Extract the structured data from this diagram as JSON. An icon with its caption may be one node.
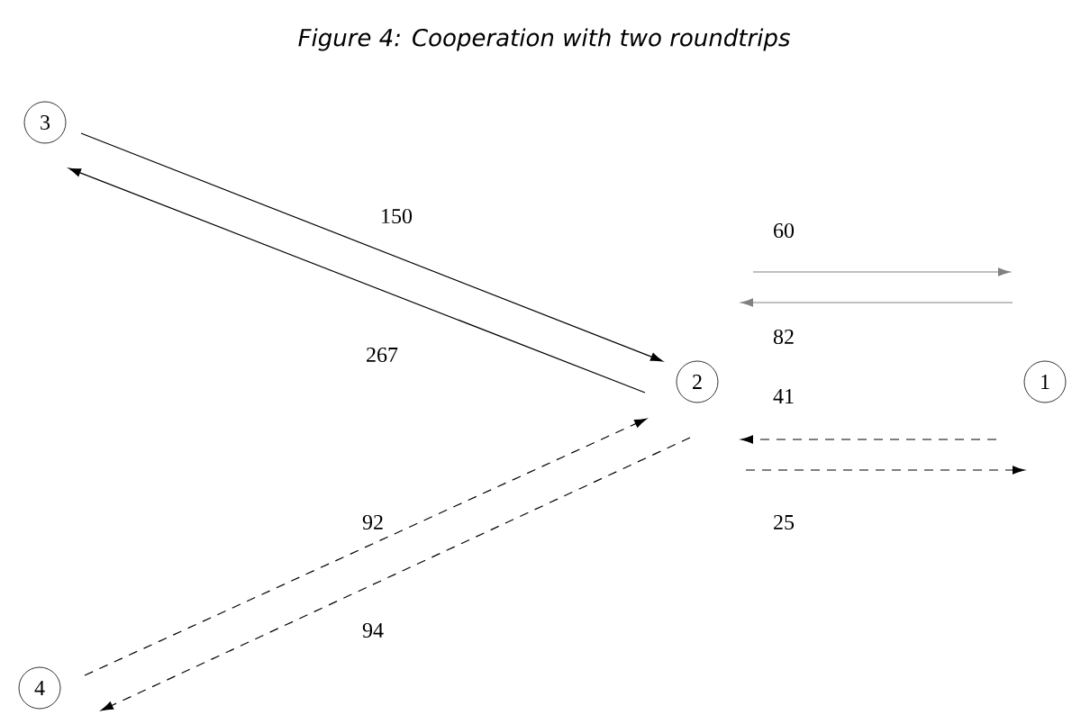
{
  "diagram": {
    "title": "Figure 4: Cooperation with two roundtrips",
    "nodes": [
      {
        "text": [
          "3"
        ]
      },
      {
        "text": [
          "2"
        ]
      },
      {
        "text": [
          "1"
        ]
      },
      {
        "text": [
          "4"
        ]
      }
    ],
    "edges": [
      {
        "from": 0,
        "to": 1,
        "arrow": "to",
        "label": "150"
      },
      {
        "from": 1,
        "to": 0,
        "arrow": "to",
        "label": "267"
      },
      {
        "from": 1,
        "to": 2,
        "arrow": "to",
        "label": "60",
        "color": "#808080"
      },
      {
        "from": 2,
        "to": 1,
        "arrow": "to",
        "label": "82",
        "color": "#808080"
      },
      {
        "from": 2,
        "to": 1,
        "arrow": "to",
        "label": "41",
        "style": "dashed"
      },
      {
        "from": 1,
        "to": 2,
        "arrow": "to",
        "label": "25",
        "style": "dashed"
      },
      {
        "from": 3,
        "to": 1,
        "arrow": "to",
        "label": "92",
        "style": "dashed"
      },
      {
        "from": 1,
        "to": 3,
        "arrow": "to",
        "label": "94",
        "style": "dashed"
      }
    ]
  }
}
